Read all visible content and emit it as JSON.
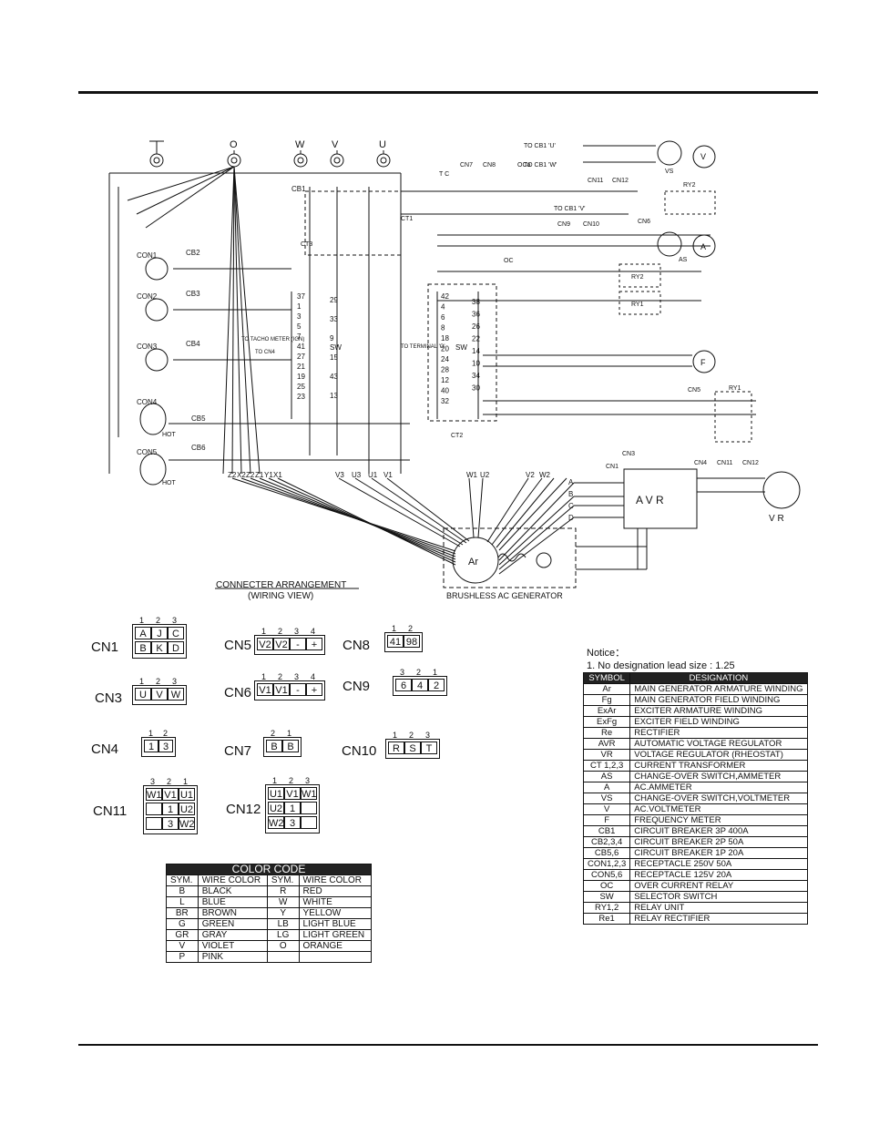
{
  "diagram": {
    "caption_line1": "CONNECTER ARRANGEMENT",
    "caption_line2": "(WIRING VIEW)",
    "generator_label": "BRUSHLESS AC GENERATOR",
    "terminals": [
      "O",
      "W",
      "V",
      "U"
    ],
    "avr_label": "A V R",
    "vr_label": "V R",
    "ar_label": "Ar",
    "sw_label": "SW",
    "labels": {
      "cb1": "CB1",
      "cb2": "CB2",
      "cb3": "CB3",
      "cb4": "CB4",
      "cb5": "CB5",
      "cb6": "CB6",
      "con1": "CON1",
      "con2": "CON2",
      "con3": "CON3",
      "con4": "CON4",
      "con5": "CON5",
      "cn7": "CN7",
      "cn8": "CN8",
      "oca": "OCa",
      "cn11_top": "CN11",
      "cn12_top": "CN12",
      "ry2": "RY2",
      "cn9": "CN9",
      "cn10": "CN10",
      "cn6": "CN6",
      "as": "AS",
      "vs": "VS",
      "ry2b": "RY2",
      "ry1b": "RY1",
      "cn5": "CN5",
      "ry1": "RY1",
      "cn3": "CN3",
      "cn1": "CN1",
      "cn4": "CN4",
      "cn11b": "CN11",
      "cn12b": "CN12",
      "oc": "OC",
      "ct1": "CT1",
      "ct2": "CT2",
      "ct3": "CT3",
      "tc": "T C",
      "to_cb1_u": "TO CB1 'U'",
      "to_cb1_w": "TO CB1 'W'",
      "to_cb1_v": "TO CB1 'V'",
      "tacho": "TO TACHO METER (IGN)",
      "to_cn4": "TO CN4",
      "to_terminal": "TO TERMINAL 'O'",
      "hot1": "HOT",
      "hot2": "HOT"
    },
    "sw_left_numbers": [
      "37",
      "1",
      "3",
      "5",
      "7",
      "41",
      "27",
      "21",
      "19",
      "25",
      "23"
    ],
    "sw_mid_numbers": [
      "29",
      "33",
      "9",
      "15",
      "43",
      "13"
    ],
    "sw_right_numbers": [
      "42",
      "4",
      "6",
      "8",
      "18",
      "20",
      "24",
      "28",
      "12",
      "40",
      "32"
    ],
    "sw_far_numbers": [
      "38",
      "36",
      "26",
      "22",
      "14",
      "10",
      "34",
      "30"
    ],
    "bottom_wires": [
      "Z2",
      "X2",
      "Z2",
      "Z1",
      "Y1",
      "X1",
      "V3",
      "U3",
      "U1",
      "V1",
      "W1",
      "U2",
      "V2",
      "W2"
    ],
    "avr_pins": [
      "A",
      "B",
      "C",
      "D"
    ],
    "meters": [
      "V",
      "A",
      "F"
    ]
  },
  "connectors": {
    "cn1": {
      "label": "CN1",
      "nums": [
        "1",
        "2",
        "3"
      ],
      "cells": [
        "A",
        "J",
        "C",
        "B",
        "K",
        "D"
      ]
    },
    "cn3": {
      "label": "CN3",
      "nums": [
        "1",
        "2",
        "3"
      ],
      "cells": [
        "U",
        "V",
        "W"
      ]
    },
    "cn4": {
      "label": "CN4",
      "nums": [
        "1",
        "2"
      ],
      "cells": [
        "1",
        "3"
      ]
    },
    "cn5": {
      "label": "CN5",
      "nums": [
        "1",
        "2",
        "3",
        "4"
      ],
      "cells": [
        "V2",
        "V2",
        "-",
        "+"
      ]
    },
    "cn6": {
      "label": "CN6",
      "nums": [
        "1",
        "2",
        "3",
        "4"
      ],
      "cells": [
        "V1",
        "V1",
        "-",
        "+"
      ]
    },
    "cn7": {
      "label": "CN7",
      "nums": [
        "2",
        "1"
      ],
      "cells": [
        "B",
        "B"
      ]
    },
    "cn8": {
      "label": "CN8",
      "nums": [
        "1",
        "2"
      ],
      "cells": [
        "41",
        "98"
      ]
    },
    "cn9": {
      "label": "CN9",
      "nums": [
        "3",
        "2",
        "1"
      ],
      "cells": [
        "6",
        "4",
        "2"
      ]
    },
    "cn10": {
      "label": "CN10",
      "nums": [
        "1",
        "2",
        "3"
      ],
      "cells": [
        "R",
        "S",
        "T"
      ]
    },
    "cn11": {
      "label": "CN11",
      "nums": [
        "3",
        "2",
        "1"
      ],
      "cells": [
        "W1",
        "V1",
        "U1",
        "",
        "1",
        "U2",
        "",
        "3",
        "W2"
      ]
    },
    "cn12": {
      "label": "CN12",
      "nums": [
        "1",
        "2",
        "3"
      ],
      "cells": [
        "U1",
        "V1",
        "W1",
        "U2",
        "1",
        "",
        "W2",
        "3",
        ""
      ]
    }
  },
  "color_code": {
    "title": "COLOR CODE",
    "headers": [
      "SYM.",
      "WIRE COLOR",
      "SYM.",
      "WIRE COLOR"
    ],
    "rows": [
      [
        "B",
        "BLACK",
        "R",
        "RED"
      ],
      [
        "L",
        "BLUE",
        "W",
        "WHITE"
      ],
      [
        "BR",
        "BROWN",
        "Y",
        "YELLOW"
      ],
      [
        "G",
        "GREEN",
        "LB",
        "LIGHT BLUE"
      ],
      [
        "GR",
        "GRAY",
        "LG",
        "LIGHT GREEN"
      ],
      [
        "V",
        "VIOLET",
        "O",
        "ORANGE"
      ],
      [
        "P",
        "PINK",
        "",
        ""
      ]
    ]
  },
  "notice": {
    "title": "Notice：",
    "line1": "1. No designation lead size : 1.25"
  },
  "symbols": {
    "headers": [
      "SYMBOL",
      "DESIGNATION"
    ],
    "rows": [
      [
        "Ar",
        "MAIN GENERATOR ARMATURE WINDING"
      ],
      [
        "Fg",
        "MAIN GENERATOR FIELD WINDING"
      ],
      [
        "ExAr",
        "EXCITER ARMATURE WINDING"
      ],
      [
        "ExFg",
        "EXCITER FIELD WINDING"
      ],
      [
        "Re",
        "RECTIFIER"
      ],
      [
        "AVR",
        "AUTOMATIC VOLTAGE REGULATOR"
      ],
      [
        "VR",
        "VOLTAGE REGULATOR (RHEOSTAT)"
      ],
      [
        "CT 1,2,3",
        "CURRENT TRANSFORMER"
      ],
      [
        "AS",
        "CHANGE-OVER SWITCH,AMMETER"
      ],
      [
        "A",
        "AC.AMMETER"
      ],
      [
        "VS",
        "CHANGE-OVER SWITCH,VOLTMETER"
      ],
      [
        "V",
        "AC.VOLTMETER"
      ],
      [
        "F",
        "FREQUENCY METER"
      ],
      [
        "CB1",
        "CIRCUIT BREAKER 3P 400A"
      ],
      [
        "CB2,3,4",
        "CIRCUIT BREAKER 2P 50A"
      ],
      [
        "CB5,6",
        "CIRCUIT BREAKER 1P 20A"
      ],
      [
        "CON1,2,3",
        "RECEPTACLE 250V 50A"
      ],
      [
        "CON5,6",
        "RECEPTACLE 125V 20A"
      ],
      [
        "OC",
        "OVER CURRENT RELAY"
      ],
      [
        "SW",
        "SELECTOR SWITCH"
      ],
      [
        "RY1,2",
        "RELAY UNIT"
      ],
      [
        "Re1",
        "RELAY RECTIFIER"
      ]
    ]
  }
}
